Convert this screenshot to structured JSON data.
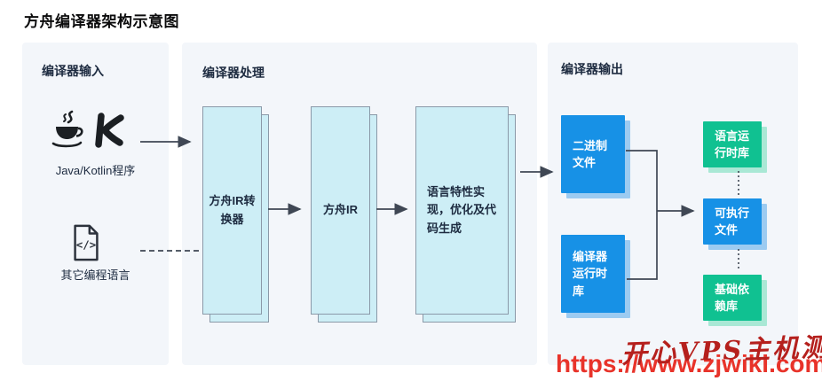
{
  "page_title": "方舟编译器架构示意图",
  "panels": {
    "input": {
      "title": "编译器输入",
      "items": [
        {
          "icons": [
            "java-icon",
            "kotlin-icon"
          ],
          "label": "Java/Kotlin程序",
          "arrow": "solid"
        },
        {
          "icons": [
            "code-file-icon"
          ],
          "label": "其它编程语言",
          "arrow": "dashed"
        }
      ]
    },
    "process": {
      "title": "编译器处理",
      "boxes": [
        {
          "label": "方舟IR转换器"
        },
        {
          "label": "方舟IR"
        },
        {
          "label": "语言特性实现，优化及代码生成"
        }
      ]
    },
    "output": {
      "title": "编译器输出",
      "column1": [
        {
          "label": "二进制文件",
          "type": "blue"
        },
        {
          "label": "编译器运行时库",
          "type": "blue"
        }
      ],
      "column2": [
        {
          "label": "语言运行时库",
          "type": "green"
        },
        {
          "label": "可执行文件",
          "type": "blue"
        },
        {
          "label": "基础依赖库",
          "type": "green"
        }
      ]
    }
  },
  "watermark": {
    "site_name": "开心VPS主机测评",
    "url": "https://www.zjwiki.com"
  },
  "colors": {
    "panel_bg": "#f3f6fa",
    "panel_title": "#1d2b40",
    "cyan_box_fill": "#cdeef6",
    "cyan_box_border": "#8a99a8",
    "blue_box": "#1791e6",
    "blue_box_shadow": "#9ccbf1",
    "green_box": "#10c191",
    "green_box_shadow": "#a9e8d5",
    "connector_line": "#3f4754",
    "watermark_name_red": "#b5201d",
    "watermark_url_red": "#e8332a"
  }
}
